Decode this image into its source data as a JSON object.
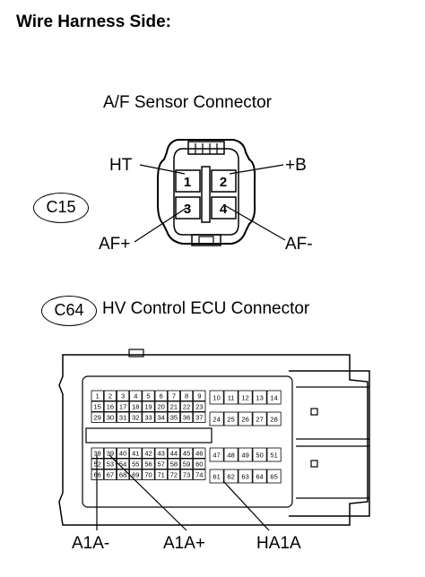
{
  "header": {
    "title": "Wire Harness Side:"
  },
  "af_connector": {
    "caption": "A/F Sensor Connector",
    "badge": "C15",
    "pins": [
      "1",
      "2",
      "3",
      "4"
    ],
    "labels": {
      "ht": "HT",
      "b_plus": "+B",
      "af_plus": "AF+",
      "af_minus": "AF-"
    }
  },
  "ecu_connector": {
    "badge": "C64",
    "caption": "HV Control ECU Connector",
    "main_rows": [
      [
        "1",
        "2",
        "3",
        "4",
        "5",
        "6",
        "7",
        "8",
        "9"
      ],
      [
        "15",
        "16",
        "17",
        "18",
        "19",
        "20",
        "21",
        "22",
        "23"
      ],
      [
        "29",
        "30",
        "31",
        "32",
        "33",
        "34",
        "35",
        "36",
        "37"
      ],
      [
        "38",
        "39",
        "40",
        "41",
        "42",
        "43",
        "44",
        "45",
        "46"
      ],
      [
        "52",
        "53",
        "54",
        "55",
        "56",
        "57",
        "58",
        "59",
        "60"
      ],
      [
        "66",
        "67",
        "68",
        "69",
        "70",
        "71",
        "72",
        "73",
        "74"
      ]
    ],
    "right_rows": [
      [
        "10",
        "11",
        "12",
        "13",
        "14"
      ],
      [
        "24",
        "25",
        "26",
        "27",
        "28"
      ],
      [
        "47",
        "48",
        "49",
        "50",
        "51"
      ],
      [
        "61",
        "62",
        "63",
        "64",
        "65"
      ]
    ],
    "labels": {
      "a1a_minus": "A1A-",
      "a1a_plus": "A1A+",
      "ha1a": "HA1A"
    }
  }
}
